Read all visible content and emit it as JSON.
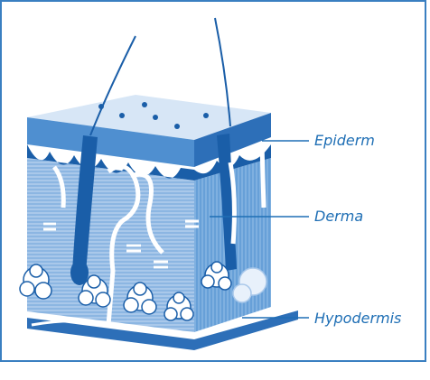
{
  "labels": {
    "epiderm": "Epiderm",
    "derma": "Derma",
    "hypodermis": "Hypodermis"
  },
  "colors": {
    "frame": "#3a7fc1",
    "dark_blue": "#1a5ea8",
    "mid_blue": "#4f8fd0",
    "light_blue": "#a9c8ea",
    "pale_blue": "#d7e6f6",
    "label_text": "#1f6fb5"
  }
}
